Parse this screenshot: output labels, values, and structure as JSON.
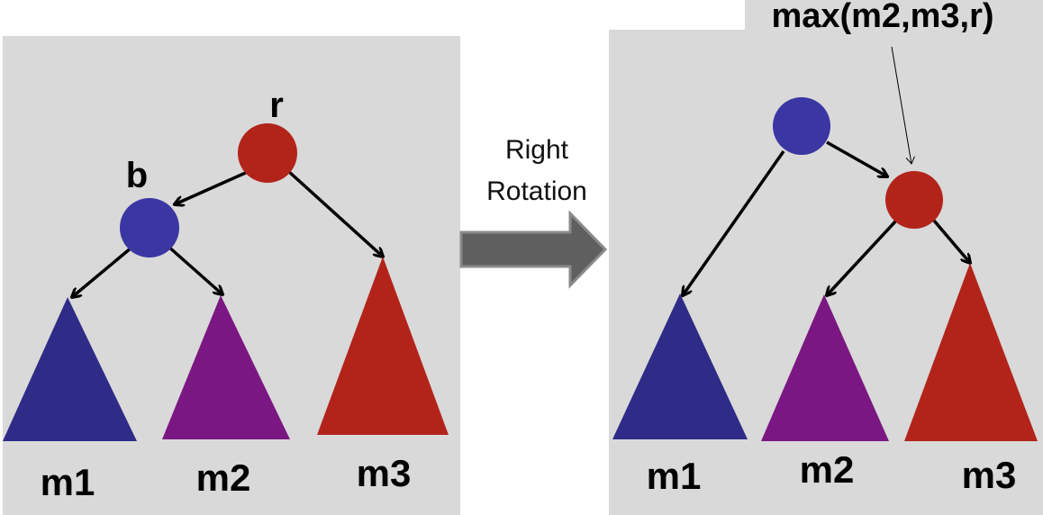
{
  "colors": {
    "panel": "#d9d9d9",
    "red": "#b2241a",
    "blue_circle": "#3a37a3",
    "blue_tree": "#2e2c87",
    "purple": "#7b1782",
    "arrow": "#5f5f5f"
  },
  "before": {
    "root_label": "r",
    "child_label": "b",
    "subtrees": [
      "m1",
      "m2",
      "m3"
    ]
  },
  "transition": {
    "line1": "Right",
    "line2": "Rotation"
  },
  "after": {
    "annotation": "max(m2,m3,r)",
    "subtrees": [
      "m1",
      "m2",
      "m3"
    ]
  }
}
